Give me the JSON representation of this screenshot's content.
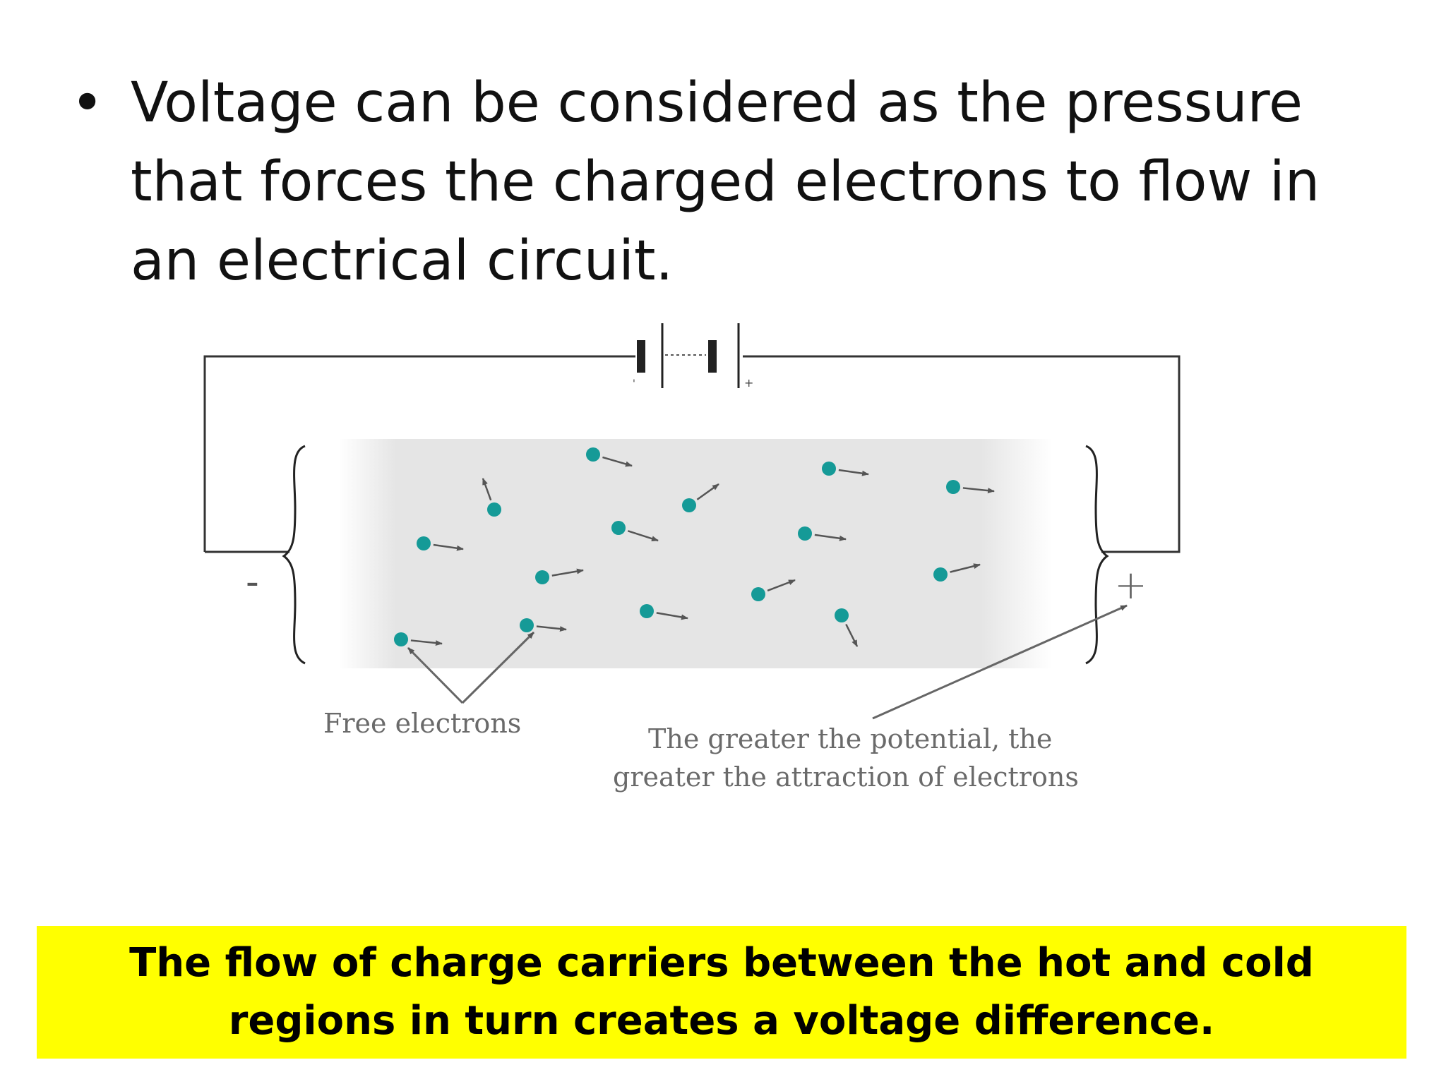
{
  "bullet": {
    "symbol": "•",
    "text": "Voltage can be considered as the pressure that forces the charged electrons to flow in an electrical circuit."
  },
  "diagram": {
    "minus_sign": "-",
    "plus_sign": "+",
    "battery_minus": "'",
    "battery_plus": "+",
    "label_free_electrons": "Free electrons",
    "label_potential_line1": "The greater the potential, the",
    "label_potential_line2": "greater the attraction of electrons",
    "electron_color": "#159a97",
    "conductor_color": "#e5e5e5"
  },
  "footer": {
    "highlight_text": "The flow of charge carriers between the hot and cold regions in turn creates a voltage difference.",
    "highlight_color": "#ffff00"
  }
}
